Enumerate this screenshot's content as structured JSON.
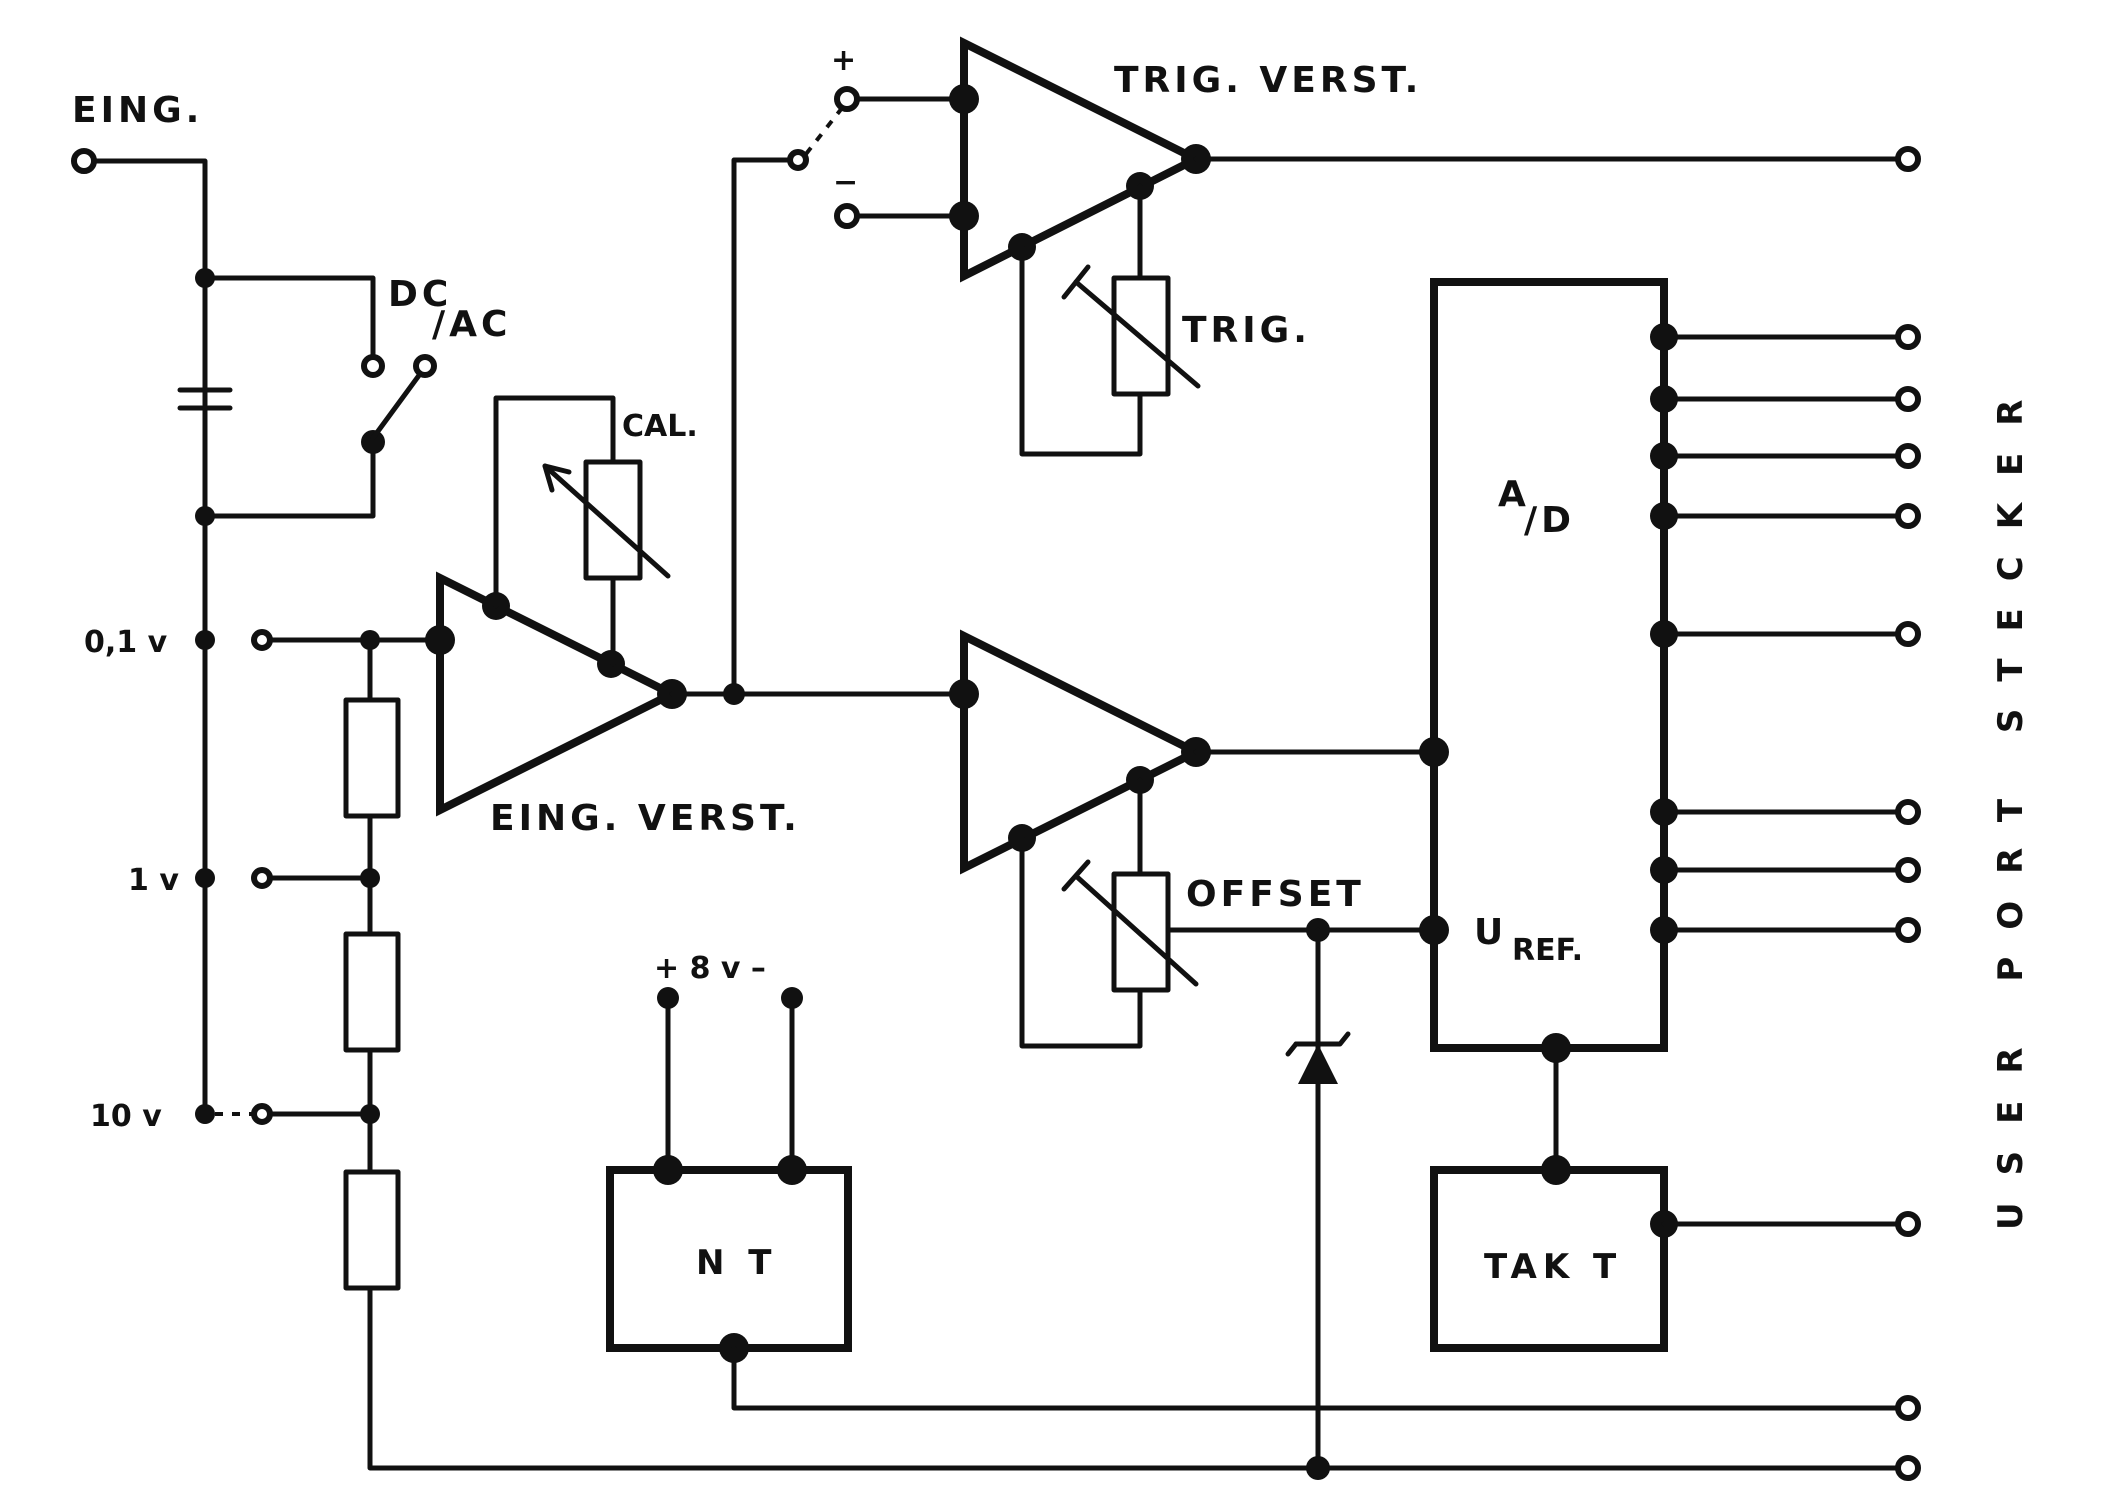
{
  "labels": {
    "eing": "EING.",
    "dc": "DC",
    "slash_ac": "/AC",
    "range_01": "0,1 v",
    "range_1": "1 v",
    "range_10": "10 v",
    "cal": "CAL.",
    "eing_verst": "EING. VERST.",
    "trig_verst": "TRIG. VERST.",
    "trig": "TRIG.",
    "plus": "+",
    "minus": "−",
    "offset": "OFFSET",
    "ad_a": "A",
    "ad_d": "/D",
    "uref_u": "U",
    "uref_sub": "REF.",
    "takt": "TAK T",
    "nt": "N T",
    "supply": "+ 8 v –",
    "user_port": "USER PORT STECKER"
  }
}
